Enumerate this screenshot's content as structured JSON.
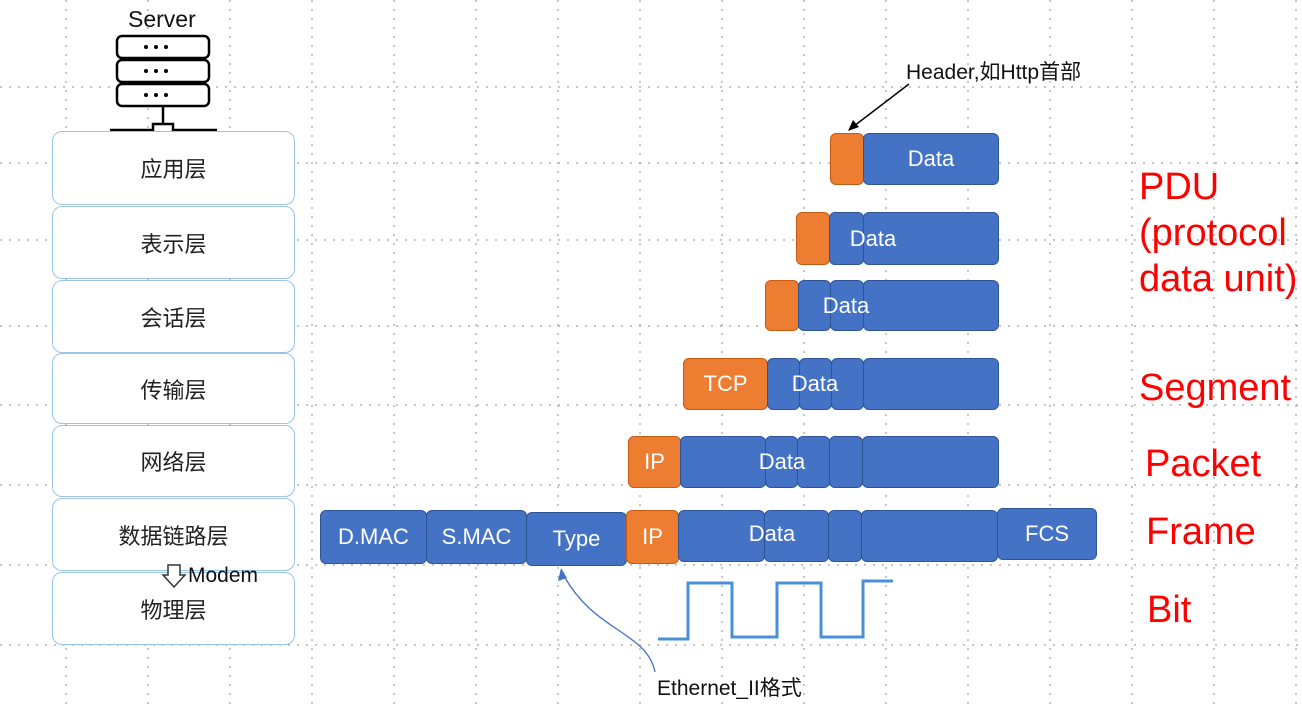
{
  "server": {
    "label": "Server"
  },
  "layers": [
    "应用层",
    "表示层",
    "会话层",
    "传输层",
    "网络层",
    "数据链路层",
    "物理层"
  ],
  "modem": {
    "label": "Modem"
  },
  "annotations": {
    "header": "Header,如Http首部",
    "ethernet": "Ethernet_II格式"
  },
  "rows": {
    "app": {
      "data": "Data"
    },
    "presentation": {
      "data": "Data"
    },
    "session": {
      "data": "Data"
    },
    "transport": {
      "tcp": "TCP",
      "data": "Data"
    },
    "network": {
      "ip": "IP",
      "data": "Data"
    },
    "datalink": {
      "dmac": "D.MAC",
      "smac": "S.MAC",
      "type": "Type",
      "ip": "IP",
      "data": "Data",
      "fcs": "FCS"
    }
  },
  "units": {
    "pdu": [
      "PDU",
      "(protocol",
      "data unit)"
    ],
    "segment": "Segment",
    "packet": "Packet",
    "frame": "Frame",
    "bit": "Bit"
  },
  "colors": {
    "blue": "#4472c4",
    "orange": "#ed7d31",
    "unit_red": "#ff0000",
    "layer_border": "#9dc3e6"
  }
}
